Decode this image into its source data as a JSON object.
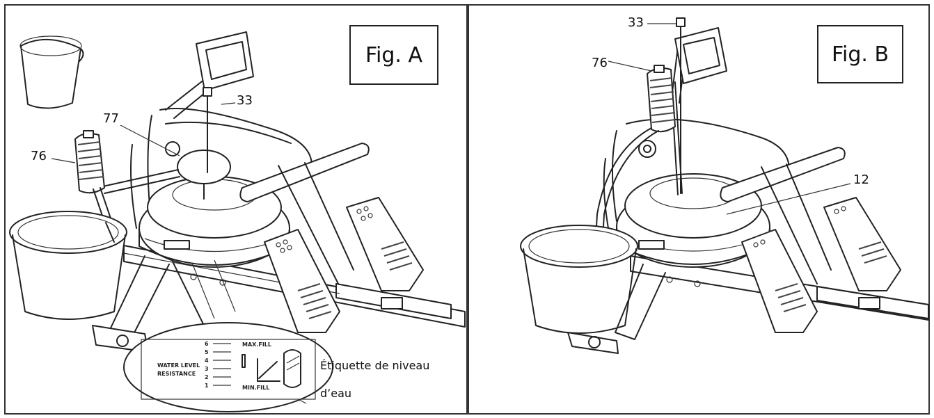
{
  "figure_a": {
    "title": "Fig. A",
    "callouts": {
      "c33": "33",
      "c77": "77",
      "c76": "76"
    },
    "label_detail": {
      "text_line1": "WATER LEVEL",
      "text_line2": "RESISTANCE",
      "levels": [
        "6",
        "5",
        "4",
        "3",
        "2",
        "1"
      ],
      "max_fill": "MAX.FILL",
      "min_fill": "MIN.FILL"
    },
    "caption_line1": "Étiquette de niveau",
    "caption_line2": "d’eau"
  },
  "figure_b": {
    "title": "Fig. B",
    "callouts": {
      "c33": "33",
      "c76": "76",
      "c12": "12"
    }
  }
}
